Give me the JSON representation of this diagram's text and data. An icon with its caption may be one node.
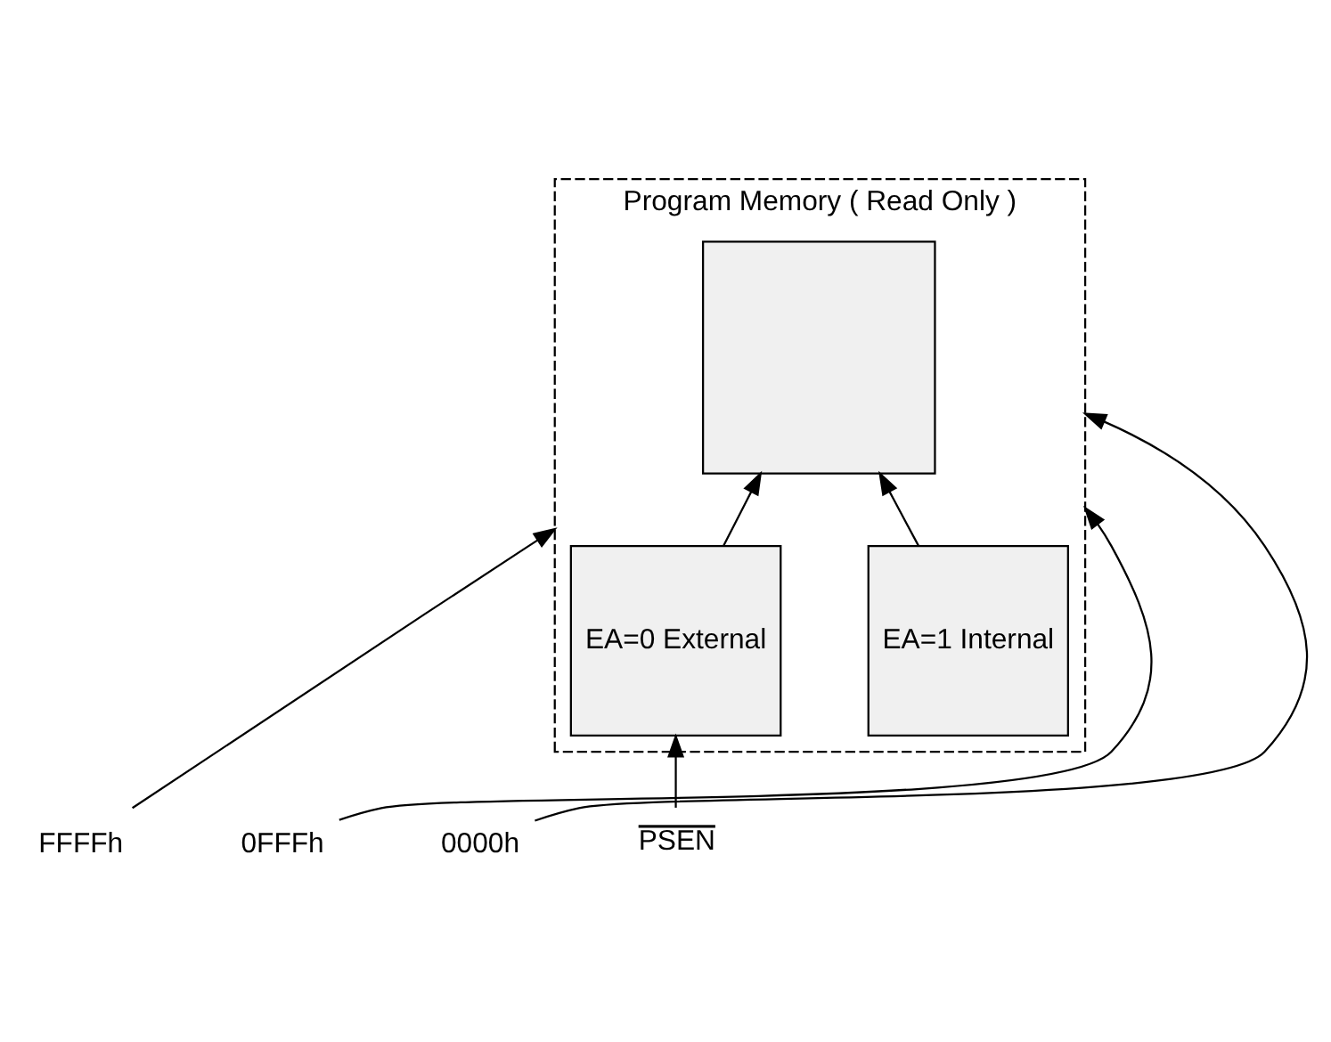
{
  "diagram": {
    "nodes": [
      {
        "text": [
          "Program Memory ( Read Only )"
        ]
      },
      {
        "text": [],
        "shape": "box",
        "in": 0
      },
      {
        "text": [
          "EA=0 External"
        ],
        "in": 0
      },
      {
        "text": [
          "EA=1 Internal"
        ],
        "in": 0
      },
      {
        "text": [
          "FFFFh"
        ]
      },
      {
        "text": [
          "0FFFh"
        ]
      },
      {
        "text": [
          "0000h"
        ]
      },
      {
        "text": [
          "PSEN"
        ]
      }
    ],
    "edges": [
      {
        "from": 4,
        "to": 0,
        "arrow": "to"
      },
      {
        "from": 5,
        "to": 0,
        "arrow": "to"
      },
      {
        "from": 6,
        "to": 0,
        "arrow": "to"
      },
      {
        "from": 7,
        "to": 2,
        "arrow": "to"
      },
      {
        "from": 2,
        "to": 1,
        "arrow": "to"
      },
      {
        "from": 3,
        "to": 1,
        "arrow": "to"
      }
    ]
  }
}
